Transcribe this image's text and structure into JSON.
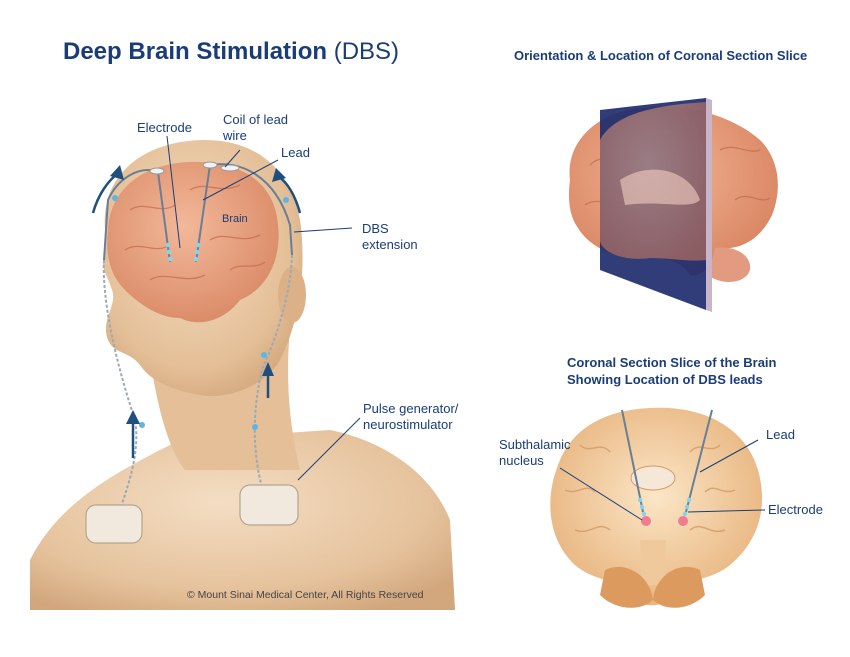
{
  "title": {
    "main": "Deep Brain Stimulation",
    "abbr": "(DBS)"
  },
  "orientation_header": "Orientation & Location of Coronal Section Slice",
  "coronal_header": {
    "line1": "Coronal Section Slice of the Brain",
    "line2": "Showing Location of DBS leads"
  },
  "labels": {
    "electrode": "Electrode",
    "coil_line1": "Coil of lead",
    "coil_line2": "wire",
    "lead": "Lead",
    "brain": "Brain",
    "dbs_ext_line1": "DBS",
    "dbs_ext_line2": "extension",
    "pulse_line1": "Pulse generator/",
    "pulse_line2": "neurostimulator",
    "subthalamic_line1": "Subthalamic",
    "subthalamic_line2": "nucleus",
    "lead_right": "Lead",
    "electrode_right": "Electrode"
  },
  "copyright": "© Mount Sinai Medical Center, All Rights Reserved",
  "colors": {
    "title": "#1a3d78",
    "skin": "#e9c9a3",
    "brain": "#e79a78",
    "slice": "#1e2c6e",
    "arrow": "#1f4f7e",
    "electrode": "#7fd6f0"
  }
}
